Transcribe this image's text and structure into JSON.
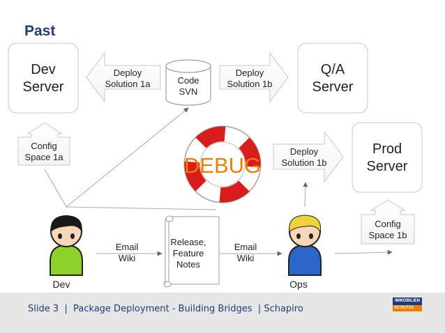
{
  "title": "Past",
  "servers": {
    "dev": [
      "Dev",
      "Server"
    ],
    "qa": [
      "Q/A",
      "Server"
    ],
    "prod": [
      "Prod",
      "Server"
    ]
  },
  "arrows": {
    "deploy_1a": [
      "Deploy",
      "Solution 1a"
    ],
    "deploy_1b_top": [
      "Deploy",
      "Solution 1b"
    ],
    "deploy_1b_prod": [
      "Deploy",
      "Solution 1b"
    ],
    "config_1a": [
      "Config",
      "Space 1a"
    ],
    "config_1b": [
      "Config",
      "Space 1b"
    ]
  },
  "code_svn": [
    "Code",
    "SVN"
  ],
  "debug_label": "DEBUG",
  "email_wiki_left": [
    "Email",
    "Wiki"
  ],
  "email_wiki_right": [
    "Email",
    "Wiki"
  ],
  "release_notes": [
    "Release,",
    "Feature",
    "Notes"
  ],
  "people": {
    "dev": "Dev",
    "ops": "Ops"
  },
  "colors": {
    "dev_shirt": "#8fd12b",
    "ops_shirt": "#2c66c8",
    "debug": "#f07c00",
    "title": "#1f3d74"
  },
  "footer": {
    "text": "Slide 3  |  Package Deployment - Building Bridges  | Schapiro",
    "logo_top": "IMMOBILIEN",
    "logo_bottom": "SCOUT24"
  }
}
